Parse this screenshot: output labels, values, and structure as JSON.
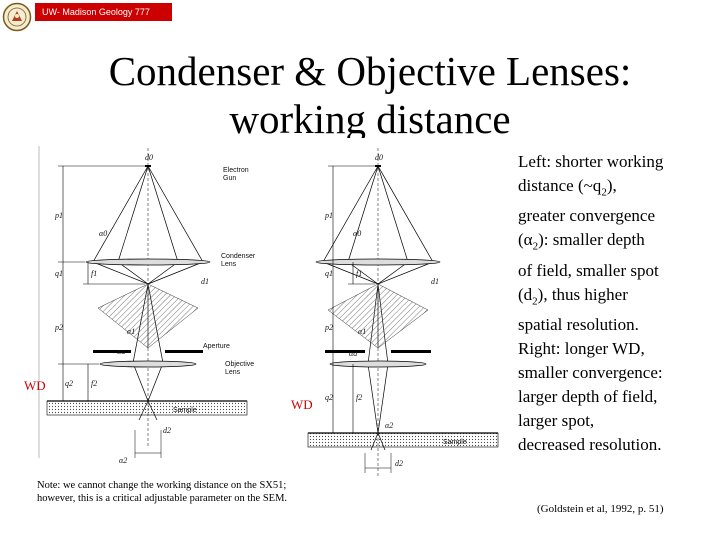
{
  "header": {
    "banner_text": "UW- Madison Geology  777",
    "logo_icon": "uw-madison-seal-icon"
  },
  "title": {
    "line1": "Condenser & Objective Lenses:",
    "line2": "working distance"
  },
  "figure": {
    "left": {
      "labels": {
        "d0": "d0",
        "electron_gun_1": "Electron",
        "electron_gun_2": "Gun",
        "alpha0": "α0",
        "p1": "p1",
        "q1": "q1",
        "f1": "f1",
        "condenser_1": "Condenser",
        "condenser_2": "Lens",
        "d1": "d1",
        "p2": "p2",
        "alpha1": "α1",
        "aperture": "Aperture",
        "alpha_a": "αa",
        "objective_1": "Objective",
        "objective_2": "Lens",
        "q2": "q2",
        "f2": "f2",
        "sample": "Sample",
        "d2": "d2",
        "alpha2": "α2"
      }
    },
    "right": {
      "labels": {
        "d0": "d0",
        "alpha0": "α0",
        "p1": "p1",
        "q1": "q1",
        "f1": "f1",
        "d1": "d1",
        "p2": "p2",
        "alpha1": "α1",
        "alpha_a": "αa",
        "q2": "q2",
        "f2": "f2",
        "alpha2": "α2",
        "sample": "Sample",
        "d2": "d2"
      }
    },
    "wd_left": "WD",
    "wd_right": "WD",
    "wd_color": "#cc0000"
  },
  "note": {
    "line1": "Note: we cannot change the working distance on the SX51;",
    "line2": "however, this is a critical adjustable parameter on the SEM."
  },
  "description": {
    "line1": "Left: shorter working",
    "line2_a": "distance (~q",
    "line2_sub": "2",
    "line2_b": "),",
    "line3": "greater convergence",
    "line4_a": "(α",
    "line4_sub": "2",
    "line4_b": "): smaller depth",
    "line5": "of field, smaller spot",
    "line6_a": "(d",
    "line6_sub": "2",
    "line6_b": "), thus higher",
    "line7": "spatial resolution.",
    "line8": "Right: longer WD,",
    "line9": "smaller convergence:",
    "line10": "larger depth of field,",
    "line11": "larger spot,",
    "line12": "decreased resolution."
  },
  "citation": "(Goldstein et al, 1992, p. 51)",
  "colors": {
    "banner_background": "#cc0000",
    "banner_text": "#ffffff",
    "wd_label": "#cc0000"
  }
}
